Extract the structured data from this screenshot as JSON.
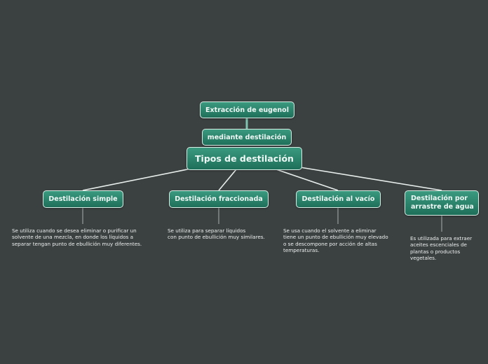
{
  "map": {
    "top_node": "Extracción de eugenol",
    "link_node": "mediante destilación",
    "central_node": "Tipos de destilación",
    "branches": [
      {
        "title": "Destilación simple",
        "note": "Se utiliza cuando se desea eliminar o purificar un\nsolvente de una mezcla, en donde los líquidos a\nseparar tengan punto de ebullición muy diferentes."
      },
      {
        "title": "Destilación fraccionada",
        "note": "Se utiliza para separar líquidos\ncon punto de ebullición muy similares."
      },
      {
        "title": "Destilación al vacío",
        "note": "Se usa cuando el solvente a eliminar\ntiene un punto de ebullición muy elevado\no se descompone por acción de altas\ntemperaturas."
      },
      {
        "title": "Destilación por arrastre de agua",
        "title_lines": [
          "Destilación por",
          "arrastre de agua"
        ],
        "note": "Es utilizada para extraer\naceites escenciales de\nplantas o productos\nvegetales."
      }
    ]
  },
  "colors": {
    "background": "#3b4040",
    "node_fill": "#2a8169",
    "node_border": "#d9efe6",
    "connector": "#e8eeec",
    "text": "#eef8f4"
  }
}
